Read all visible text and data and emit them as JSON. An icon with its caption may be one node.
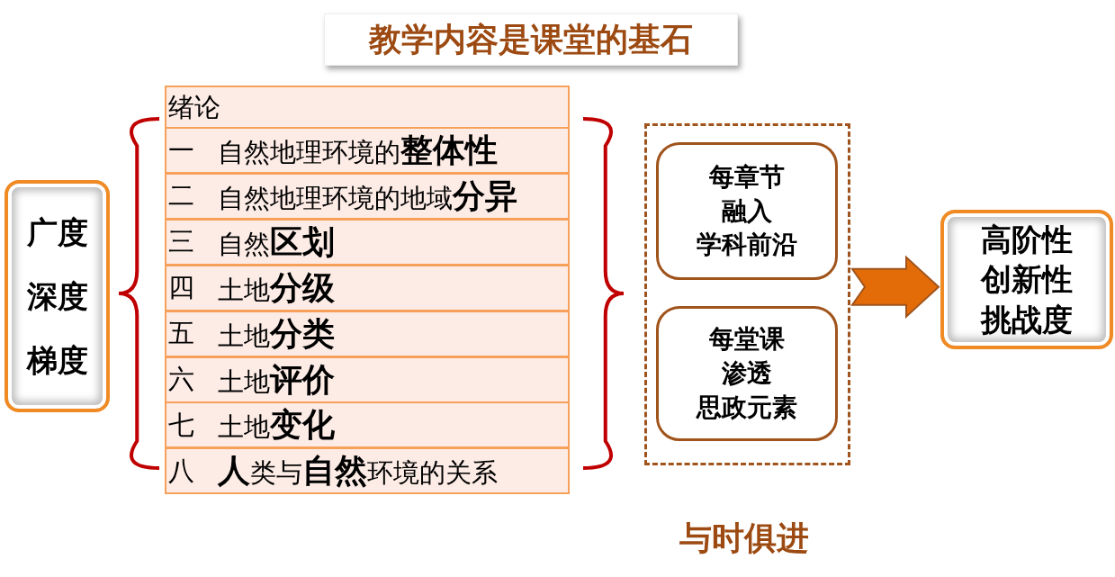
{
  "diagram": {
    "title": "教学内容是课堂的基石",
    "nodes": [
      {
        "text": [
          "广度",
          "深度",
          "梯度"
        ]
      },
      {
        "text": [
          "绪论"
        ]
      },
      {
        "text": [
          "一",
          "自然地理环境的**整体性**"
        ]
      },
      {
        "text": [
          "二",
          "自然地理环境的地域**分异**"
        ]
      },
      {
        "text": [
          "三",
          "自然**区划**"
        ]
      },
      {
        "text": [
          "四",
          "土地**分级**"
        ]
      },
      {
        "text": [
          "五",
          "土地**分类**"
        ]
      },
      {
        "text": [
          "六",
          "土地**评价**"
        ]
      },
      {
        "text": [
          "七",
          "土地**变化**"
        ]
      },
      {
        "text": [
          "八",
          "**人**类与**自然**环境的关系"
        ]
      },
      {
        "text": [],
        "shape": "box",
        "beside": [
          "与时俱进"
        ]
      },
      {
        "text": [
          "每章节",
          "融入",
          "学科前沿"
        ],
        "in": 10
      },
      {
        "text": [
          "每堂课",
          "渗透",
          "思政元素"
        ],
        "in": 10
      },
      {
        "text": [
          "高阶性",
          "创新性",
          "挑战度"
        ]
      }
    ],
    "edges": [
      {
        "from": 10,
        "to": 13,
        "arrow": "to",
        "style": "thick"
      }
    ]
  }
}
